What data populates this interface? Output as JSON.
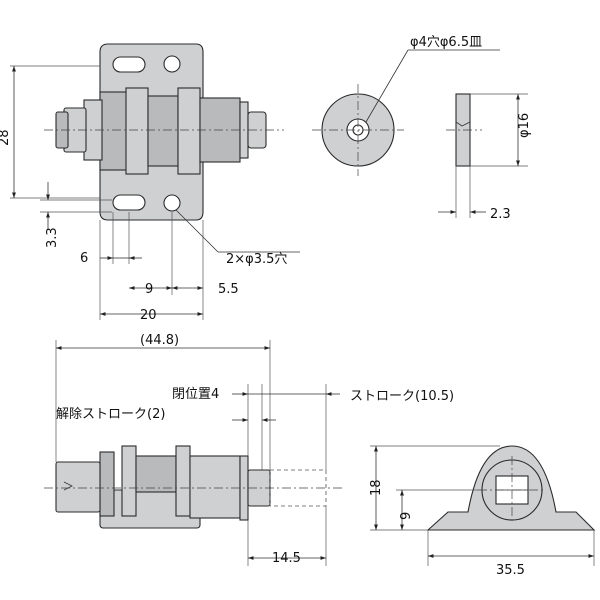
{
  "labels": {
    "height_28": "28",
    "offset_3_3": "3.3",
    "dim_6": "6",
    "dim_9": "9",
    "dim_5_5": "5.5",
    "dim_20": "20",
    "mount_holes": "2×φ3.5穴",
    "washer_hole": "φ4穴φ6.5皿",
    "diameter_16": "φ16",
    "thickness_2_3": "2.3",
    "overall_44_8": "(44.8)",
    "closed_position": "閉位置4",
    "release_stroke": "解除ストローク(2)",
    "stroke": "ストローク(10.5)",
    "dim_14_5": "14.5",
    "height_18": "18",
    "height_9": "9",
    "width_35_5": "35.5"
  }
}
